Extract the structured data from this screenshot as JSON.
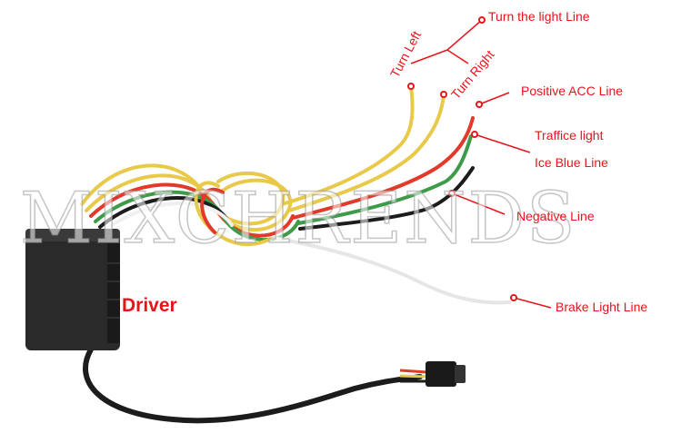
{
  "labels": {
    "turn_the_light_line": "Turn the light Line",
    "turn_left": "Turn Left",
    "turn_right": "Turn Right",
    "positive_acc_line": "Positive ACC Line",
    "traffice_light": "Traffice light",
    "ice_blue_line": "Ice Blue Line",
    "negative_line": "Negative Line",
    "brake_light_line": "Brake Light Line",
    "driver": "Driver"
  },
  "watermark": "MIXCHRENDS",
  "colors": {
    "label_red": "#e8141b",
    "wire_yellow": "#e8c94a",
    "wire_red": "#e23a2a",
    "wire_green": "#3f9a4a",
    "wire_black": "#1c1c1c",
    "wire_white": "#f2f2f2",
    "box": "#2a2a2a"
  }
}
